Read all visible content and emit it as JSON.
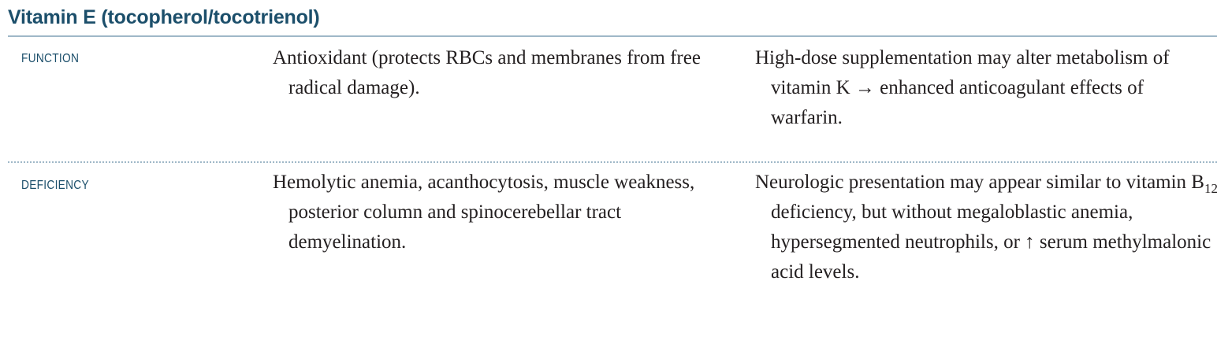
{
  "title": "Vitamin E (tocopherol/tocotrienol)",
  "rows": [
    {
      "label": "FUNCTION",
      "description": "Antioxidant (protects RBCs and membranes from free radical damage).",
      "note": "High-dose supplementation may alter metabolism of vitamin K → enhanced anticoagulant effects of warfarin."
    },
    {
      "label": "DEFICIENCY",
      "description": "Hemolytic anemia, acanthocytosis, muscle weakness, posterior column and spinocerebellar tract demyelination.",
      "note_before": "Neurologic presentation may appear similar to vitamin B",
      "note_sub": "12",
      "note_after": " deficiency, but without megaloblastic anemia, hypersegmented neutrophils, or ↑ serum methylmalonic acid levels."
    }
  ]
}
